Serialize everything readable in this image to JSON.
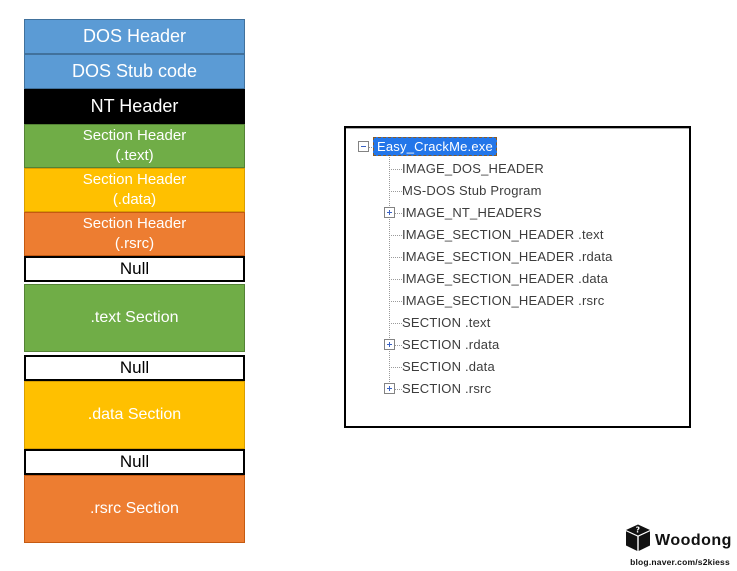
{
  "diagram": {
    "blocks": [
      {
        "id": "dos-header",
        "label": "DOS Header",
        "sublabel": "",
        "kind": "hdr",
        "bg": "#5B9BD5",
        "border": "#41719C",
        "fg": "#FFFFFF"
      },
      {
        "id": "dos-stub-code",
        "label": "DOS Stub code",
        "sublabel": "",
        "kind": "hdr",
        "bg": "#5B9BD5",
        "border": "#41719C",
        "fg": "#FFFFFF"
      },
      {
        "id": "nt-header",
        "label": "NT Header",
        "sublabel": "",
        "kind": "hdr",
        "bg": "#000000",
        "border": "#000000",
        "fg": "#FFFFFF"
      },
      {
        "id": "section-header-text",
        "label": "Section Header",
        "sublabel": "(.text)",
        "kind": "shdr",
        "bg": "#70AD47",
        "border": "#548235",
        "fg": "#FFFFFF"
      },
      {
        "id": "section-header-data",
        "label": "Section Header",
        "sublabel": "(.data)",
        "kind": "shdr",
        "bg": "#FFC000",
        "border": "#D99E00",
        "fg": "#FFFFFF"
      },
      {
        "id": "section-header-rsrc",
        "label": "Section Header",
        "sublabel": "(.rsrc)",
        "kind": "shdr",
        "bg": "#ED7D31",
        "border": "#C55A11",
        "fg": "#FFFFFF"
      },
      {
        "id": "null-1",
        "label": "Null",
        "sublabel": "",
        "kind": "null",
        "bg": "#FFFFFF",
        "border": "#000000",
        "fg": "#000000"
      },
      {
        "id": "text-section",
        "label": ".text Section",
        "sublabel": "",
        "kind": "sec",
        "bg": "#70AD47",
        "border": "#548235",
        "fg": "#FFFFFF"
      },
      {
        "id": "null-2",
        "label": "Null",
        "sublabel": "",
        "kind": "null",
        "bg": "#FFFFFF",
        "border": "#000000",
        "fg": "#000000"
      },
      {
        "id": "data-section",
        "label": ".data Section",
        "sublabel": "",
        "kind": "sec",
        "bg": "#FFC000",
        "border": "#D99E00",
        "fg": "#FFFFFF"
      },
      {
        "id": "null-3",
        "label": "Null",
        "sublabel": "",
        "kind": "null",
        "bg": "#FFFFFF",
        "border": "#000000",
        "fg": "#000000"
      },
      {
        "id": "rsrc-section",
        "label": ".rsrc Section",
        "sublabel": "",
        "kind": "sec",
        "bg": "#ED7D31",
        "border": "#C55A11",
        "fg": "#FFFFFF"
      }
    ]
  },
  "tree": {
    "selection_color": "#2376E9",
    "glyph_color": "#3B63C4",
    "items": [
      {
        "id": "root",
        "label": "Easy_CrackMe.exe",
        "depth": 0,
        "glyph": "minus",
        "selected": true
      },
      {
        "id": "image-dos-header",
        "label": "IMAGE_DOS_HEADER",
        "depth": 1,
        "glyph": "none",
        "selected": false
      },
      {
        "id": "ms-dos-stub-program",
        "label": "MS-DOS Stub Program",
        "depth": 1,
        "glyph": "none",
        "selected": false
      },
      {
        "id": "image-nt-headers",
        "label": "IMAGE_NT_HEADERS",
        "depth": 1,
        "glyph": "plus",
        "selected": false
      },
      {
        "id": "image-section-header-text",
        "label": "IMAGE_SECTION_HEADER .text",
        "depth": 1,
        "glyph": "none",
        "selected": false
      },
      {
        "id": "image-section-header-rdata",
        "label": "IMAGE_SECTION_HEADER .rdata",
        "depth": 1,
        "glyph": "none",
        "selected": false
      },
      {
        "id": "image-section-header-data",
        "label": "IMAGE_SECTION_HEADER .data",
        "depth": 1,
        "glyph": "none",
        "selected": false
      },
      {
        "id": "image-section-header-rsrc",
        "label": "IMAGE_SECTION_HEADER .rsrc",
        "depth": 1,
        "glyph": "none",
        "selected": false
      },
      {
        "id": "section-text",
        "label": "SECTION .text",
        "depth": 1,
        "glyph": "none",
        "selected": false
      },
      {
        "id": "section-rdata",
        "label": "SECTION .rdata",
        "depth": 1,
        "glyph": "plus",
        "selected": false
      },
      {
        "id": "section-data",
        "label": "SECTION .data",
        "depth": 1,
        "glyph": "none",
        "selected": false
      },
      {
        "id": "section-rsrc",
        "label": "SECTION .rsrc",
        "depth": 1,
        "glyph": "plus",
        "selected": false
      }
    ]
  },
  "logo": {
    "title": "Woodong",
    "url": "blog.naver.com/s2kiess",
    "cube_icon": "question-cube-icon"
  }
}
